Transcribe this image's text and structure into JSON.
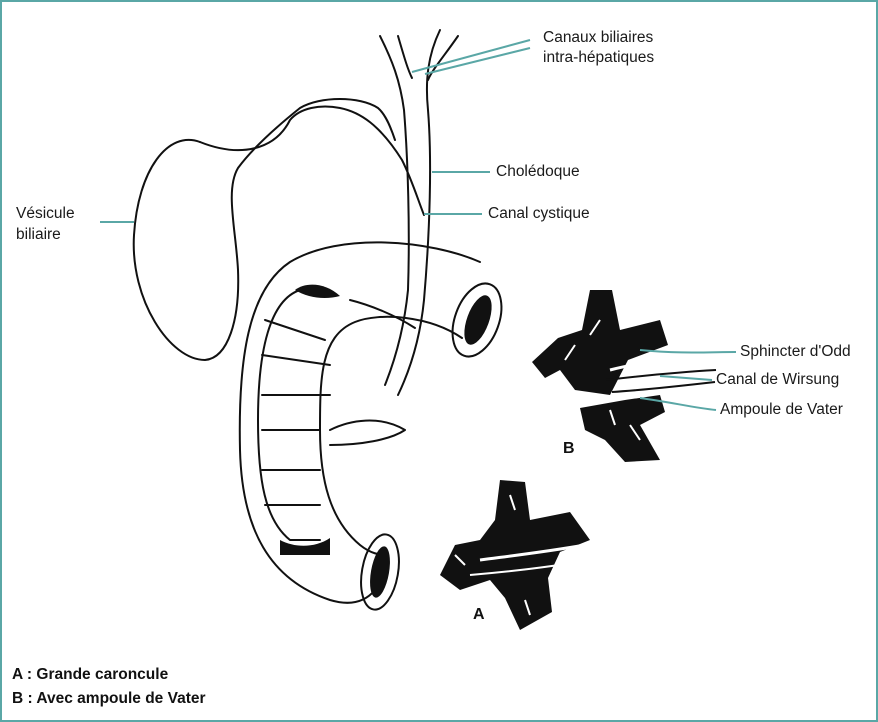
{
  "colors": {
    "leader": "#5aa7a6",
    "ink": "#111111",
    "frame": "#5aa7a6"
  },
  "labels": {
    "canaux_line1": "Canaux biliaires",
    "canaux_line2": "intra-hépatiques",
    "choledoque": "Cholédoque",
    "canal_cystique": "Canal cystique",
    "vesicule_line1": "Vésicule",
    "vesicule_line2": "biliaire",
    "sphincter": "Sphincter d'Odd",
    "wirsung": "Canal de Wirsung",
    "ampoule": "Ampoule de Vater"
  },
  "insets": {
    "a": "A",
    "b": "B"
  },
  "legend": {
    "a": "A : Grande caroncule",
    "b": "B : Avec ampoule de Vater"
  }
}
